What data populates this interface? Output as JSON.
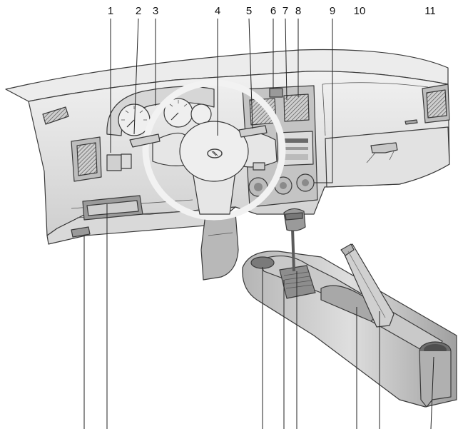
{
  "callouts_top": [
    "1",
    "2",
    "3",
    "4",
    "5",
    "6",
    "7",
    "8",
    "9",
    "10",
    "11"
  ],
  "emblem": "hyundai-logo",
  "colors": {
    "line": "#222222",
    "dash_light": "#e9e9e9",
    "dash_mid": "#d4d4d4",
    "dash_dark": "#a9a9a9",
    "shadow": "#7a7a7a"
  }
}
